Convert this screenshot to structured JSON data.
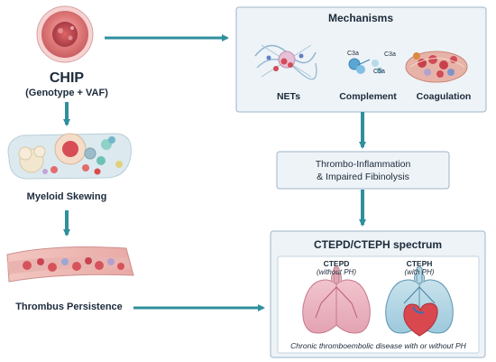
{
  "chip": {
    "title": "CHIP",
    "subtitle": "(Genotype + VAF)"
  },
  "left_steps": {
    "myeloid": "Myeloid Skewing",
    "thrombus": "Thrombus Persistence"
  },
  "mechanisms": {
    "title": "Mechanisms",
    "items": [
      {
        "label": "NETs"
      },
      {
        "label": "Complement"
      },
      {
        "label": "Coagulation"
      }
    ],
    "complement_tags": [
      "C3a",
      "C3a",
      "C5a"
    ]
  },
  "thrombo": {
    "line1": "Thrombo-Inflammation",
    "line2": "& Impaired Fibinolysis"
  },
  "spectrum": {
    "title": "CTEPD/CTEPH spectrum",
    "left": {
      "name": "CTEPD",
      "note": "(without PH)"
    },
    "right": {
      "name": "CTEPH",
      "note": "(with PH)"
    },
    "footer": "Chronic thromboembolic disease with or without PH"
  },
  "colors": {
    "arrow": "#2f8f9d",
    "box_border": "#9fb6c9",
    "box_fill": "#eef3f7",
    "text": "#1b2a3a"
  }
}
